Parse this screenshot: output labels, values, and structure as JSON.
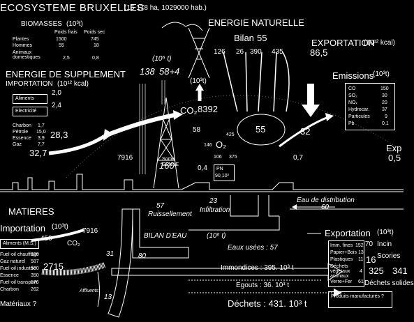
{
  "title": "ECOSYSTEME BRUXELLES",
  "subtitle": "(16 178 ha, 1029000 hab.)",
  "biomasses": {
    "heading": "BIOMASSES",
    "unit": "(10³t)",
    "col1": "Poids frais",
    "col2": "Poids sec",
    "rows": [
      {
        "label": "Plantes",
        "frais": "1500",
        "sec": "745"
      },
      {
        "label": "Hommes",
        "frais": "55",
        "sec": "18"
      },
      {
        "label": "Animaux domestiques",
        "frais": "2,5",
        "sec": "0,8"
      }
    ]
  },
  "energie_supplement": {
    "heading": "ENERGIE DE SUPPLEMENT",
    "importation": "IMPORTATION",
    "unit": "(10¹² kcal)",
    "aliments": {
      "label": "Aliments",
      "value": "2,0"
    },
    "electricite": {
      "label": "Electricité",
      "value": "2,4"
    },
    "fuels": [
      {
        "label": "Charbon",
        "value": "1,7"
      },
      {
        "label": "Pétrole",
        "value": "15,0"
      },
      {
        "label": "Essence",
        "value": "3,9"
      },
      {
        "label": "Gaz",
        "value": "7,7"
      }
    ],
    "fuel_total": "28,3",
    "total": "32,7"
  },
  "energie_naturelle": {
    "heading": "ENERGIE NATURELLE",
    "bilan_label": "Bilan",
    "bilan_value": "55",
    "values": [
      "126",
      "26",
      "390",
      "435"
    ],
    "cloud_value": "55",
    "v425": "425",
    "v32": "32"
  },
  "exportation_energie": {
    "heading": "EXPORTATION",
    "unit": "(10¹² kcal)",
    "value": "86,5"
  },
  "emissions": {
    "heading": "Emissions",
    "unit": "(10³t)",
    "rows": [
      {
        "label": "CO",
        "value": "150"
      },
      {
        "label": "SO₂",
        "value": "30"
      },
      {
        "label": "NOₓ",
        "value": "20"
      },
      {
        "label": "Hydrocar.",
        "value": "37"
      },
      {
        "label": "Particules",
        "value": "9"
      },
      {
        "label": "Pb",
        "value": "0,1"
      }
    ]
  },
  "center": {
    "unit106t": "(10⁶ t)",
    "v138": "138",
    "v58": "58+4",
    "unit103t": "(10³t)",
    "co2_label": "CO₂",
    "co2_value": "8392",
    "v58b": "58",
    "o2_label": "O₂",
    "v146": "146",
    "v106": "106",
    "v375": "375",
    "v7916": "7916",
    "sortie": "Sortie",
    "senne": "SENNE",
    "v160": "160",
    "v04": "0,4",
    "pn": "PN",
    "pn_val": "90,10³",
    "v07": "0,7",
    "exp": "Exp",
    "exp_val": "0,5"
  },
  "eau": {
    "v57": "57",
    "ruissellement": "Ruissellement",
    "v23": "23",
    "infiltration": "Infiltration",
    "eau_distribution": "Eau de distribution",
    "v60": "60",
    "bilan_eau": "BILAN D'EAU",
    "bilan_unit": "(10⁶ t)",
    "eaux_usees": "Eaux usées : 57",
    "v80": "80",
    "v31": "31",
    "v13": "13",
    "affluents": "Affluents"
  },
  "matieres": {
    "heading": "MATIERES",
    "importation": "Importation",
    "unit": "(10³t)",
    "v450": "450",
    "co2_label": "CO₂",
    "v7916": "7916",
    "v2715": "2715",
    "rows": [
      {
        "label": "Aliments (M.S.)",
        "value": ""
      },
      {
        "label": "Fuel-oil chauffage",
        "value": "820"
      },
      {
        "label": "Gaz naturel",
        "value": "587"
      },
      {
        "label": "Fuel-oil industrie",
        "value": "500"
      },
      {
        "label": "Essence",
        "value": "350"
      },
      {
        "label": "Fuel-oil transport",
        "value": "176"
      },
      {
        "label": "Charbon",
        "value": "262"
      }
    ],
    "materiaux": "Matériaux ?"
  },
  "exportation_matieres": {
    "heading": "Exportation",
    "unit": "(10³t)",
    "rows": [
      {
        "label": "Imm. fines",
        "value": "152"
      },
      {
        "label": "Papier+Bois",
        "value": "13"
      },
      {
        "label": "Plastiques",
        "value": "11"
      },
      {
        "label": "Déchets végétaux animaux",
        "value": "4"
      },
      {
        "label": "Verre+Fer",
        "value": "61"
      }
    ],
    "incin_value": "70",
    "incin_label": "Incin",
    "scories": "Scories",
    "v16": "16",
    "v325": "325",
    "v341": "341",
    "dechets_solides": "Déchets solides",
    "produits": "Produits manufacturés ?"
  },
  "bottom": {
    "immondices": "Immondices : 395. 10³ t",
    "egouts": "Egouts :  36. 10³ t",
    "dechets": "Déchets : 431. 10³ t"
  },
  "colors": {
    "background": "#000000",
    "foreground": "#ffffff"
  }
}
